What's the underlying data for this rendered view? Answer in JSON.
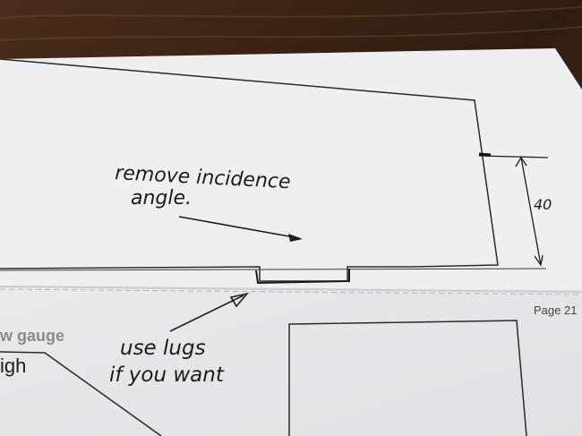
{
  "photo": {
    "handwriting": {
      "note_top_line1": "remove incidence",
      "note_top_line2": "angle.",
      "dimension": "40",
      "note_bottom_line1": "use lugs",
      "note_bottom_line2": "if you want"
    },
    "printed": {
      "page_label": "Page 21",
      "gauge_label": "w gauge",
      "partial_word": "igh"
    },
    "colors": {
      "table_wood": "#3a2416",
      "paper": "#ecedef",
      "ink": "#1c1c1c",
      "print_gray": "#6b6b6b"
    }
  }
}
